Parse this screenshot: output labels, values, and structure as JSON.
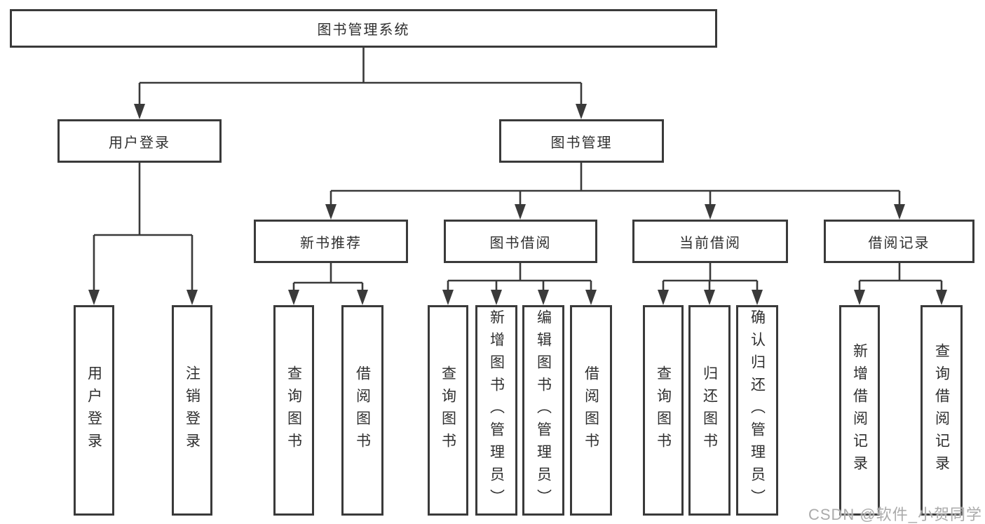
{
  "tree": {
    "root": "图书管理系统",
    "branches": [
      {
        "label": "用户登录",
        "children": [
          "用户登录",
          "注销登录"
        ]
      },
      {
        "label": "图书管理",
        "groups": [
          {
            "label": "新书推荐",
            "children": [
              "查询图书",
              "借阅图书"
            ]
          },
          {
            "label": "图书借阅",
            "children": [
              "查询图书",
              "新增图书（管理员）",
              "编辑图书（管理员）",
              "借阅图书"
            ]
          },
          {
            "label": "当前借阅",
            "children": [
              "查询图书",
              "归还图书",
              "确认归还（管理员）"
            ]
          },
          {
            "label": "借阅记录",
            "children": [
              "新增借阅记录",
              "查询借阅记录"
            ]
          }
        ]
      }
    ]
  },
  "watermark": "CSDN @软件_小贺同学",
  "colors": {
    "line": "#3a3a3a",
    "box_border": "#3a3a3a",
    "text": "#2f2f2f",
    "watermark": "#ababab",
    "background": "#ffffff"
  }
}
